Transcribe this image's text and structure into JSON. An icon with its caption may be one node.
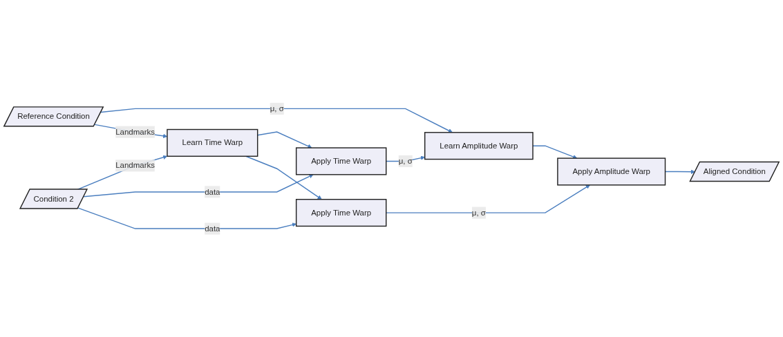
{
  "diagram": {
    "nodes": [
      {
        "text": [
          "Reference Condition"
        ]
      },
      {
        "text": [
          "Condition 2"
        ]
      },
      {
        "text": [
          "Learn Time Warp"
        ]
      },
      {
        "text": [
          "Apply Time Warp"
        ]
      },
      {
        "text": [
          "Learn Amplitude Warp"
        ]
      },
      {
        "text": [
          "Apply Time Warp"
        ]
      },
      {
        "text": [
          "Apply Amplitude Warp"
        ]
      },
      {
        "text": [
          "Aligned Condition"
        ]
      }
    ],
    "edges": [
      {
        "from": 0,
        "to": 4,
        "arrow": "to",
        "label": "μ, σ"
      },
      {
        "from": 0,
        "to": 2,
        "arrow": "to",
        "label": "Landmarks"
      },
      {
        "from": 1,
        "to": 2,
        "arrow": "to",
        "label": "Landmarks"
      },
      {
        "from": 2,
        "to": 3,
        "arrow": "to"
      },
      {
        "from": 2,
        "to": 5,
        "arrow": "to"
      },
      {
        "from": 1,
        "to": 3,
        "arrow": "to",
        "label": "data"
      },
      {
        "from": 1,
        "to": 5,
        "arrow": "to",
        "label": "data"
      },
      {
        "from": 3,
        "to": 4,
        "arrow": "to",
        "label": "μ, σ"
      },
      {
        "from": 5,
        "to": 6,
        "arrow": "to",
        "label": "μ, σ"
      },
      {
        "from": 4,
        "to": 6,
        "arrow": "to"
      },
      {
        "from": 6,
        "to": 7,
        "arrow": "to"
      }
    ]
  }
}
